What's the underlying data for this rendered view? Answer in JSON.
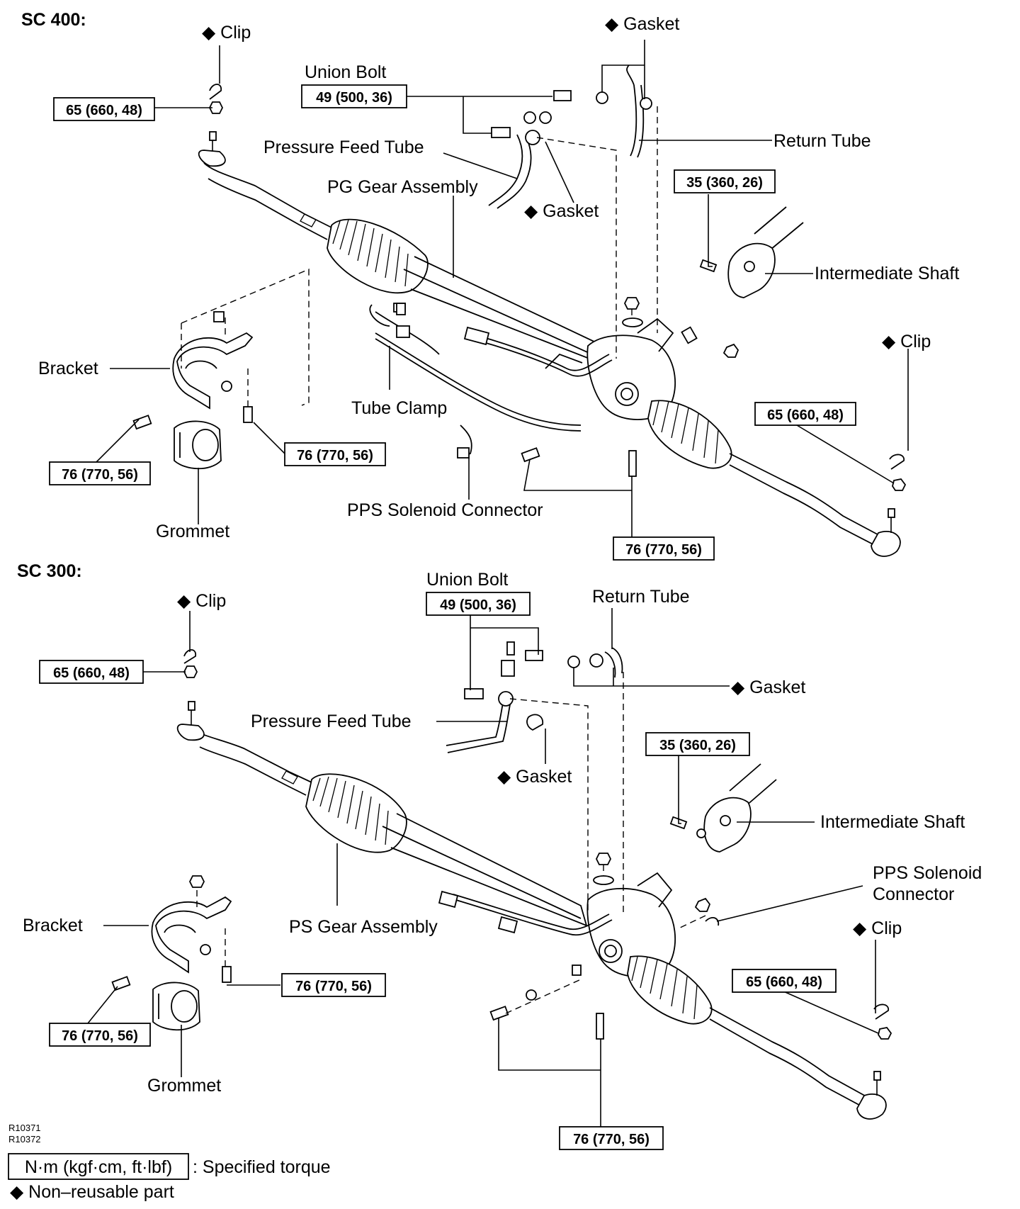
{
  "sc400": {
    "header": "SC 400:",
    "clip_tl": "◆ Clip",
    "torque_tl": "65 (660, 48)",
    "union_bolt": "Union Bolt",
    "torque_union": "49 (500, 36)",
    "gasket_top": "◆ Gasket",
    "return_tube": "Return Tube",
    "pressure_feed_tube": "Pressure Feed Tube",
    "pg_gear_assembly": "PG Gear Assembly",
    "gasket_mid": "◆ Gasket",
    "torque_shaft": "35 (360, 26)",
    "intermediate_shaft": "Intermediate Shaft",
    "clip_r": "◆ Clip",
    "bracket": "Bracket",
    "tube_clamp": "Tube Clamp",
    "torque_r": "65 (660, 48)",
    "torque_bl": "76 (770, 56)",
    "torque_bm": "76 (770, 56)",
    "pps_solenoid_connector": "PPS Solenoid Connector",
    "grommet": "Grommet",
    "torque_bottom": "76 (770, 56)"
  },
  "sc300": {
    "header": "SC 300:",
    "clip_tl": "◆ Clip",
    "torque_tl": "65 (660, 48)",
    "union_bolt": "Union Bolt",
    "torque_union": "49 (500, 36)",
    "return_tube": "Return Tube",
    "gasket_r": "◆ Gasket",
    "pressure_feed_tube": "Pressure Feed Tube",
    "torque_shaft": "35 (360, 26)",
    "gasket_mid": "◆ Gasket",
    "intermediate_shaft": "Intermediate Shaft",
    "pps_solenoid_line1": "PPS Solenoid",
    "pps_solenoid_line2": "Connector",
    "bracket": "Bracket",
    "ps_gear_assembly": "PS Gear Assembly",
    "clip_r": "◆ Clip",
    "torque_bm": "76 (770, 56)",
    "torque_r": "65 (660, 48)",
    "torque_bl": "76 (770, 56)",
    "grommet": "Grommet",
    "torque_bottom": "76 (770, 56)"
  },
  "refs": {
    "ref1": "R10371",
    "ref2": "R10372"
  },
  "legend": {
    "torque_unit": "N·m (kgf·cm, ft·lbf)",
    "torque_desc": ": Specified torque",
    "non_reusable": "◆ Non–reusable part"
  }
}
